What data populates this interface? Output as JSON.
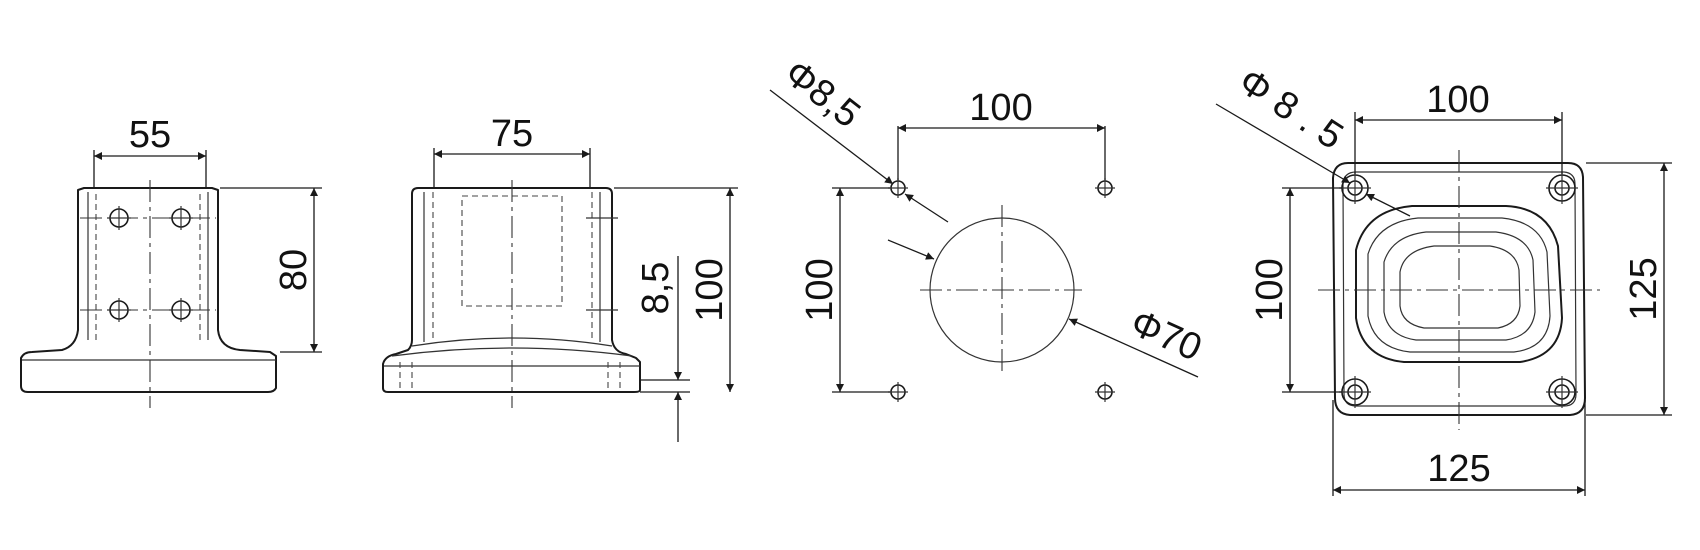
{
  "views": {
    "side_narrow": {
      "width_label": "55",
      "height_label": "80"
    },
    "side_wide": {
      "width_label": "75",
      "base_label": "8,5",
      "height_label": "100"
    },
    "hole_pattern": {
      "hole_label": "Φ8,5",
      "spacing_x_label": "100",
      "spacing_y_label": "100",
      "tube_label": "Φ70"
    },
    "top_view": {
      "hole_label": "Φ 8 . 5",
      "spacing_x_label": "100",
      "spacing_y_label": "100",
      "outer_x_label": "125",
      "outer_y_label": "125"
    }
  }
}
